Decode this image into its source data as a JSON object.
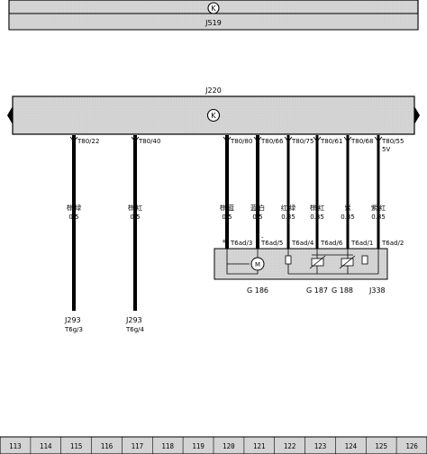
{
  "top_bus": {
    "ground_symbol": "K",
    "unit": "J519"
  },
  "main_bus": {
    "unit": "J220",
    "ground_symbol": "K"
  },
  "wires": [
    {
      "id": "w1",
      "pin": "T80/22",
      "color": "棕/绿",
      "gauge": "0.5"
    },
    {
      "id": "w2",
      "pin": "T80/40",
      "color": "棕/红",
      "gauge": "0.5"
    },
    {
      "id": "w3",
      "pin": "T80/80",
      "color": "棕/蓝",
      "gauge": "0.5",
      "sensor_pin": "T6ad/3"
    },
    {
      "id": "w4",
      "pin": "T80/66",
      "color": "蓝/白",
      "gauge": "0.5",
      "sensor_pin": "T6ad/5"
    },
    {
      "id": "w5",
      "pin": "T80/75",
      "color": "红/绿",
      "gauge": "0.35",
      "sensor_pin": "T6ad/4"
    },
    {
      "id": "w6",
      "pin": "T80/61",
      "color": "棕/红",
      "gauge": "0.35",
      "sensor_pin": "T6ad/6"
    },
    {
      "id": "w7",
      "pin": "T80/68",
      "color": "紫",
      "gauge": "0.35",
      "sensor_pin": "T6ad/1"
    },
    {
      "id": "w8",
      "pin": "T80/55",
      "color": "紫/红",
      "gauge": "0.35",
      "sensor_pin": "T6ad/2",
      "note": "5V"
    }
  ],
  "terminals": [
    {
      "unit": "J293",
      "pin": "T6g/3"
    },
    {
      "unit": "J293",
      "pin": "T6g/4"
    }
  ],
  "polarity": {
    "plus": "+",
    "minus": "-"
  },
  "motor": {
    "symbol": "M"
  },
  "components": {
    "g186": "G 186",
    "g187": "G 187",
    "g188": "G 188",
    "j338": "J338"
  },
  "ruler": [
    "113",
    "114",
    "115",
    "116",
    "117",
    "118",
    "119",
    "120",
    "121",
    "122",
    "123",
    "124",
    "125",
    "126"
  ]
}
